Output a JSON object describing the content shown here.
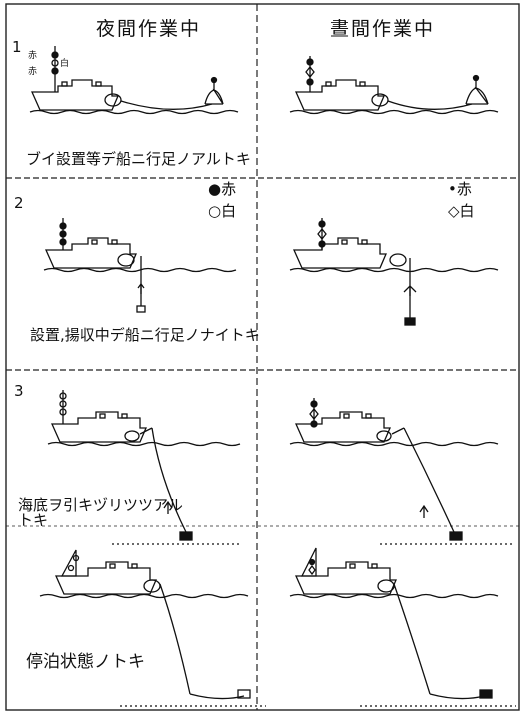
{
  "headers": {
    "left": "夜間作業中",
    "right": "晝間作業中"
  },
  "panels": [
    {
      "number": "1",
      "caption": "ブイ設置等デ船ニ行足ノアルトキ",
      "small_labels": [
        "赤",
        "白",
        "赤"
      ]
    },
    {
      "number": "2",
      "caption": "設置,揚収中デ船ニ行足ノナイトキ",
      "legend_night": [
        "●赤",
        "○白"
      ],
      "legend_day": [
        "•赤",
        "◇白"
      ]
    },
    {
      "number": "3",
      "caption": "海底ヲ引キヅリツツアル\nトキ"
    },
    {
      "number": "",
      "caption": "停泊状態ノトキ"
    }
  ]
}
